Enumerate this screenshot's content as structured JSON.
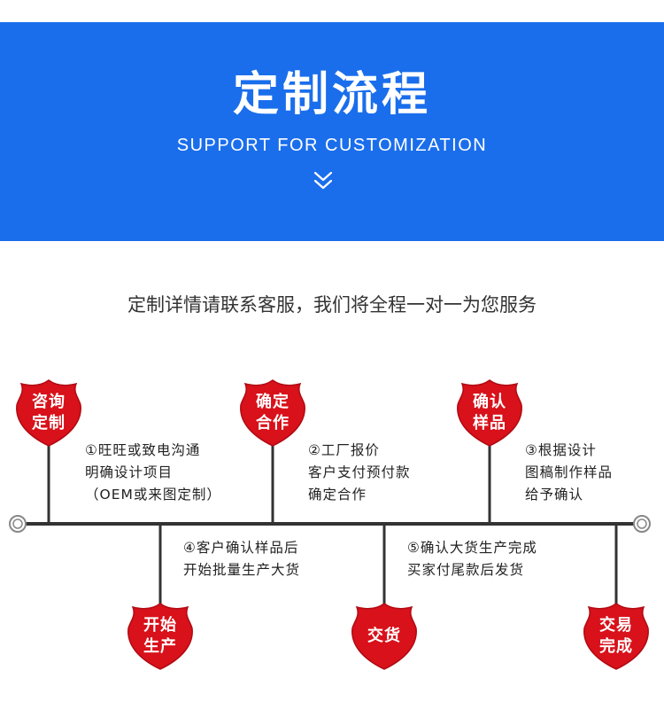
{
  "header": {
    "title": "定制流程",
    "subtitle": "SUPPORT FOR CUSTOMIZATION",
    "icon": "double-chevron-down-icon"
  },
  "intro": "定制详情请联系客服，我们将全程一对一为您服务",
  "colors": {
    "banner": "#1a6eec",
    "badge": "#d8111a",
    "timeline": "#333333"
  },
  "steps": [
    {
      "badge_lines": [
        "咨询",
        "定制"
      ],
      "text_lines": [
        "①旺旺或致电沟通",
        "明确设计项目",
        "（OEM或来图定制）"
      ]
    },
    {
      "badge_lines": [
        "确定",
        "合作"
      ],
      "text_lines": [
        "②工厂报价",
        "客户支付预付款",
        "确定合作"
      ]
    },
    {
      "badge_lines": [
        "确认",
        "样品"
      ],
      "text_lines": [
        "③根据设计",
        "图稿制作样品",
        "给予确认"
      ]
    },
    {
      "badge_lines": [
        "开始",
        "生产"
      ],
      "text_lines": [
        "④客户确认样品后",
        "开始批量生产大货"
      ]
    },
    {
      "badge_lines": [
        "交货"
      ],
      "text_lines": [
        "⑤确认大货生产完成",
        "买家付尾款后发货"
      ]
    },
    {
      "badge_lines": [
        "交易",
        "完成"
      ],
      "text_lines": []
    }
  ]
}
